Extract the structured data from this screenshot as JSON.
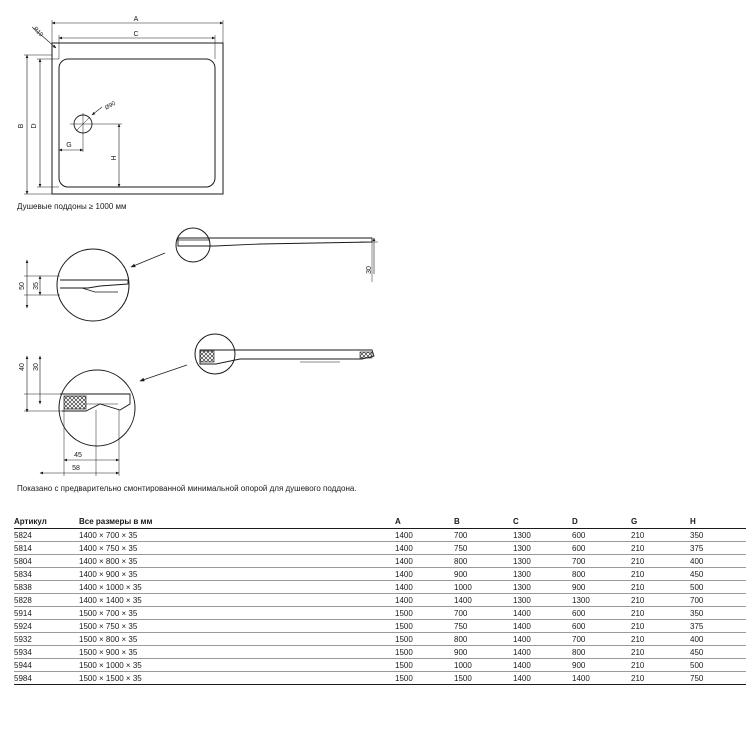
{
  "drawing": {
    "top_view": {
      "label_a": "A",
      "label_b": "B",
      "label_c": "C",
      "label_d": "D",
      "label_g": "G",
      "label_h": "H",
      "radius_label": "R10",
      "drain_label": "Ø90"
    },
    "profile_standard": {
      "dim_50": "50",
      "dim_35": "35",
      "dim_30": "30"
    },
    "profile_support": {
      "dim_40": "40",
      "dim_30": "30",
      "dim_45": "45",
      "dim_58": "58"
    }
  },
  "captions": {
    "top_view": "Душевые поддоны ≥ 1000 мм",
    "support": "Показано с предварительно смонтированной минимальной опорой для душевого поддона."
  },
  "table": {
    "headers": [
      "Артикул",
      "Все размеры в мм",
      "A",
      "B",
      "C",
      "D",
      "G",
      "H"
    ],
    "rows": [
      [
        "5824",
        "1400 × 700 × 35",
        "1400",
        "700",
        "1300",
        "600",
        "210",
        "350"
      ],
      [
        "5814",
        "1400 × 750 × 35",
        "1400",
        "750",
        "1300",
        "600",
        "210",
        "375"
      ],
      [
        "5804",
        "1400 × 800 × 35",
        "1400",
        "800",
        "1300",
        "700",
        "210",
        "400"
      ],
      [
        "5834",
        "1400 × 900 × 35",
        "1400",
        "900",
        "1300",
        "800",
        "210",
        "450"
      ],
      [
        "5838",
        "1400 × 1000 × 35",
        "1400",
        "1000",
        "1300",
        "900",
        "210",
        "500"
      ],
      [
        "5828",
        "1400 × 1400 × 35",
        "1400",
        "1400",
        "1300",
        "1300",
        "210",
        "700"
      ],
      [
        "5914",
        "1500 × 700 × 35",
        "1500",
        "700",
        "1400",
        "600",
        "210",
        "350"
      ],
      [
        "5924",
        "1500 × 750 × 35",
        "1500",
        "750",
        "1400",
        "600",
        "210",
        "375"
      ],
      [
        "5932",
        "1500 × 800 × 35",
        "1500",
        "800",
        "1400",
        "700",
        "210",
        "400"
      ],
      [
        "5934",
        "1500 × 900 × 35",
        "1500",
        "900",
        "1400",
        "800",
        "210",
        "450"
      ],
      [
        "5944",
        "1500 × 1000 × 35",
        "1500",
        "1000",
        "1400",
        "900",
        "210",
        "500"
      ],
      [
        "5984",
        "1500 × 1500 × 35",
        "1500",
        "1500",
        "1400",
        "1400",
        "210",
        "750"
      ]
    ]
  }
}
